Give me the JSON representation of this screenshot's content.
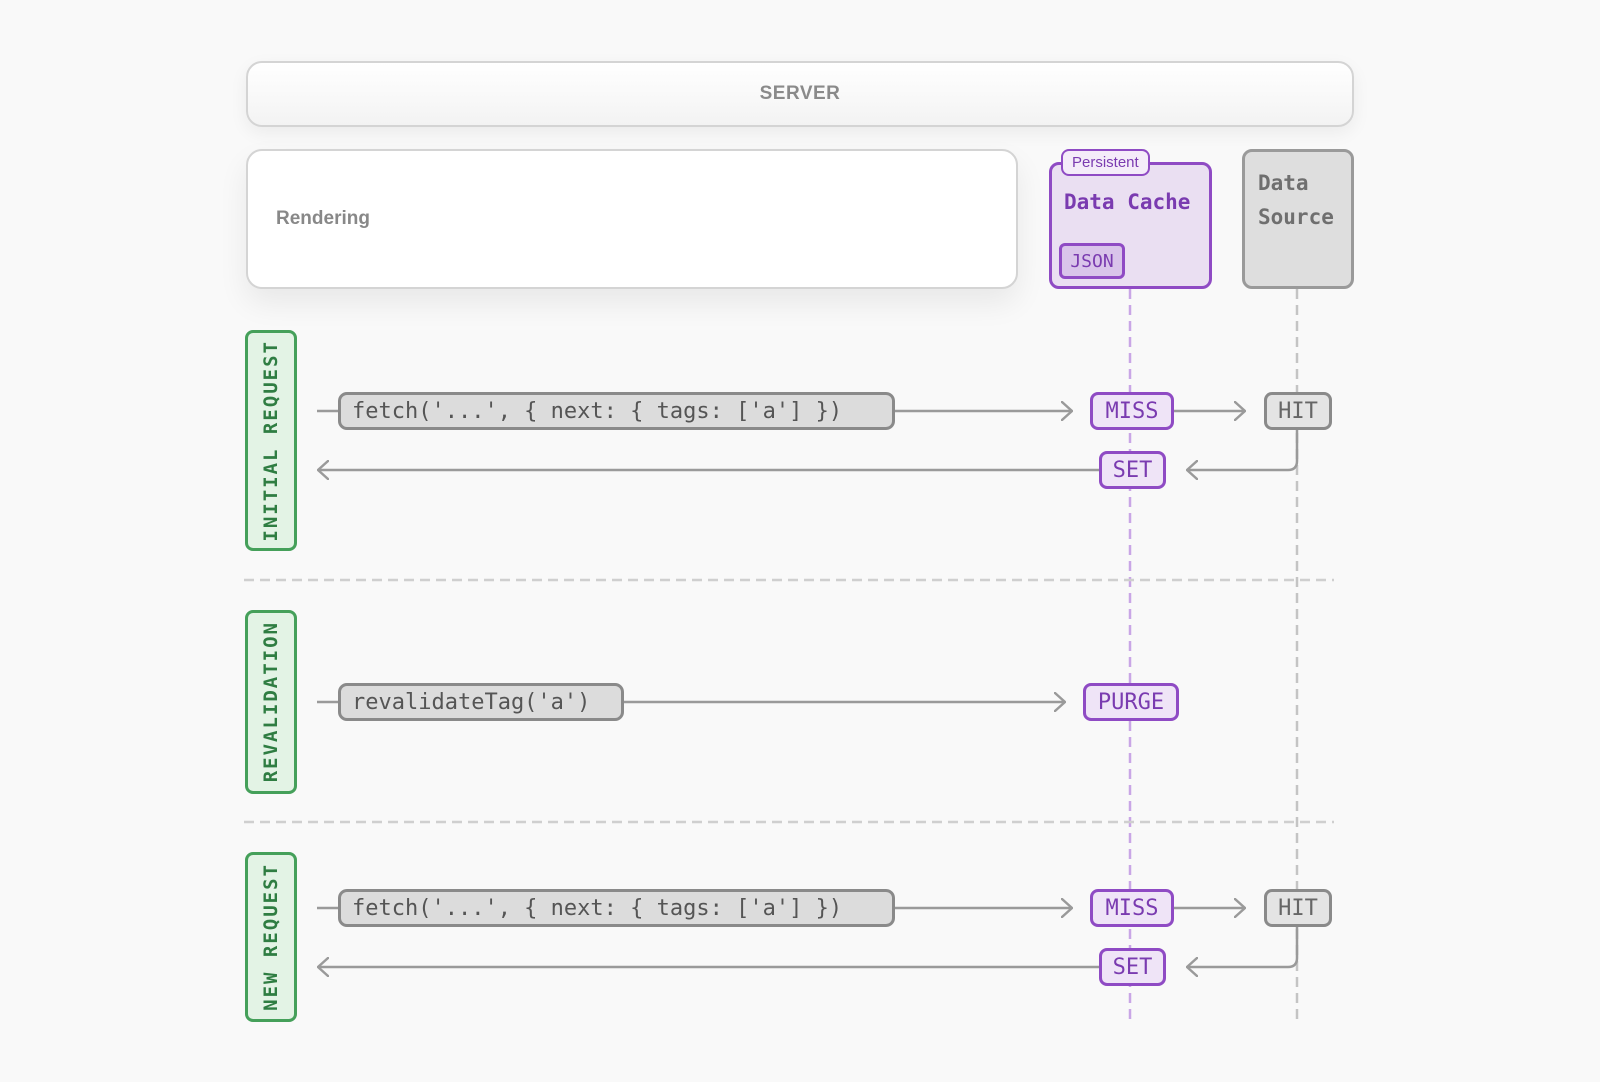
{
  "server": {
    "label": "SERVER"
  },
  "rendering": {
    "label": "Rendering"
  },
  "data_cache": {
    "badge": "Persistent",
    "title": "Data Cache",
    "format": "JSON"
  },
  "data_source": {
    "title_line1": "Data",
    "title_line2": "Source"
  },
  "phases": [
    {
      "label": "INITIAL REQUEST",
      "call": "fetch('...', { next: { tags: ['a'] })",
      "cache_state": "MISS",
      "source_state": "HIT",
      "cache_write": "SET"
    },
    {
      "label": "REVALIDATION",
      "call": "revalidateTag('a')",
      "cache_action": "PURGE"
    },
    {
      "label": "NEW REQUEST",
      "call": "fetch('...', { next: { tags: ['a'] })",
      "cache_state": "MISS",
      "source_state": "HIT",
      "cache_write": "SET"
    }
  ]
}
